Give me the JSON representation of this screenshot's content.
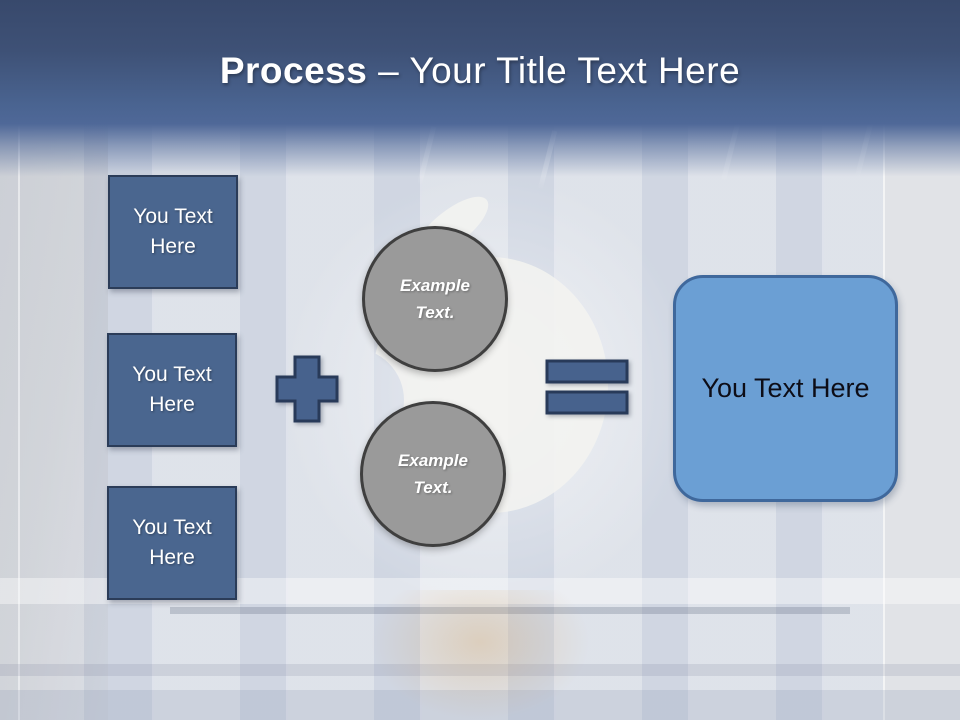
{
  "header": {
    "title_bold": "Process",
    "title_rest": "– Your Title Text Here"
  },
  "diagram": {
    "input_boxes": [
      {
        "label": "You Text Here"
      },
      {
        "label": "You Text Here"
      },
      {
        "label": "You Text Here"
      }
    ],
    "operators": {
      "plus_icon": "plus-operator",
      "equals_icon": "equals-operator"
    },
    "circles": [
      {
        "label": "Example Text."
      },
      {
        "label": "Example Text."
      }
    ],
    "result_box": {
      "label": "You Text Here"
    },
    "background_icon": "apple-logo"
  },
  "colors": {
    "header_gradient_top": "#38496c",
    "header_gradient_bottom": "#4f6898",
    "title_text": "#ffffff",
    "input_box_fill": "#4a668f",
    "input_box_border": "#2b3c58",
    "operator_fill": "#47628d",
    "operator_border": "#283a59",
    "circle_fill": "#9a9a9a",
    "circle_border": "#3f3f3f",
    "result_fill": "#6b9fd4",
    "result_border": "#3f689c",
    "result_text": "#0d0d17",
    "background_base": "#dde1e9"
  }
}
